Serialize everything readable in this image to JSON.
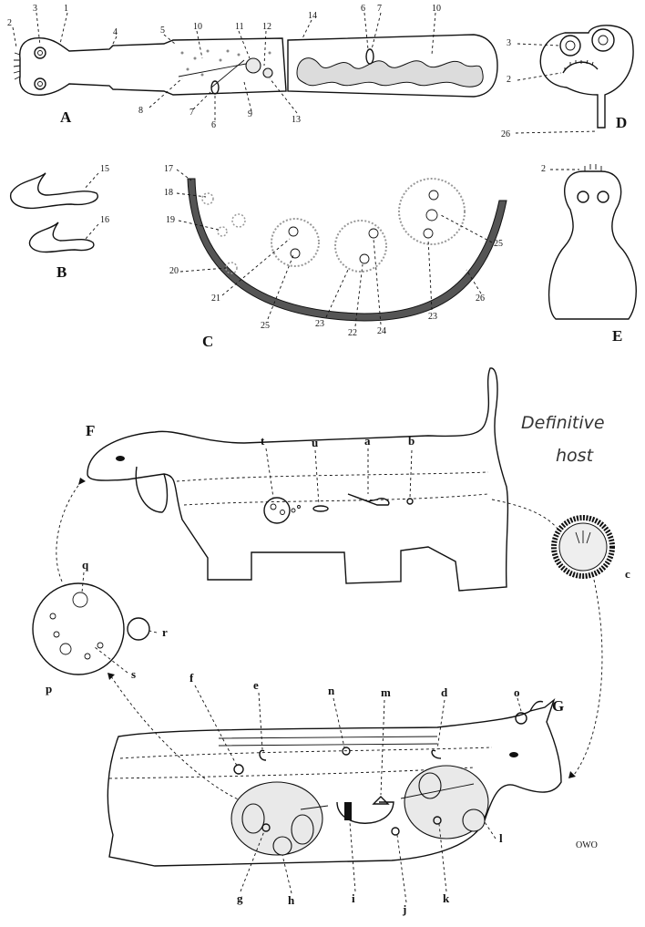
{
  "panels": [
    "A",
    "B",
    "C",
    "D",
    "E",
    "F",
    "G"
  ],
  "labels_A": [
    "1",
    "2",
    "3",
    "4",
    "5",
    "6",
    "7",
    "8",
    "9",
    "10",
    "11",
    "12",
    "13",
    "14",
    "6",
    "7",
    "10"
  ],
  "labels_B": [
    "15",
    "16"
  ],
  "labels_C": [
    "17",
    "18",
    "19",
    "20",
    "21",
    "25",
    "23",
    "22",
    "24",
    "23",
    "25",
    "26"
  ],
  "labels_D": [
    "3",
    "2",
    "26"
  ],
  "labels_E": [
    "2"
  ],
  "labels_F": [
    "t",
    "u",
    "a",
    "b"
  ],
  "label_c": "c",
  "labels_cyst": [
    "q",
    "r",
    "s",
    "p"
  ],
  "labels_G": [
    "f",
    "e",
    "n",
    "m",
    "d",
    "o",
    "g",
    "h",
    "i",
    "j",
    "k",
    "l"
  ],
  "handwritten": [
    "Definitive",
    "host"
  ],
  "signature": "OWO"
}
